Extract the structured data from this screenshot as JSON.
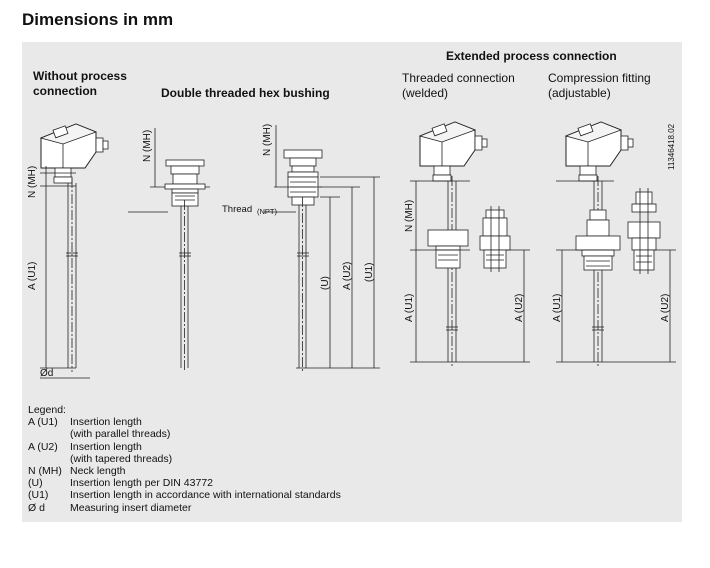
{
  "title": "Dimensions in mm",
  "headings": {
    "without_l1": "Without process",
    "without_l2": "connection",
    "hex_bushing": "Double threaded hex bushing",
    "extended": "Extended process connection",
    "threaded_l1": "Threaded connection",
    "threaded_l2": "(welded)",
    "compression_l1": "Compression fitting",
    "compression_l2": "(adjustable)"
  },
  "doc_id": "11346418.02",
  "dims": {
    "n_mh": "N (MH)",
    "a_u1": "A (U1)",
    "a_u2": "A (U2)",
    "u": "(U)",
    "u1": "(U1)",
    "phi_d": "Ød",
    "thread": "Thread",
    "npt": "(NPT)"
  },
  "legend": {
    "title": "Legend:",
    "items": [
      {
        "key": "A (U1)",
        "text": "Insertion length",
        "text2": "(with parallel threads)"
      },
      {
        "key": "A (U2)",
        "text": "Insertion length",
        "text2": "(with tapered threads)"
      },
      {
        "key": "N (MH)",
        "text": "Neck length",
        "text2": ""
      },
      {
        "key": "(U)",
        "text": "Insertion length per DIN 43772",
        "text2": ""
      },
      {
        "key": "(U1)",
        "text": "Insertion length in accordance with international standards",
        "text2": ""
      },
      {
        "key": "Ø d",
        "text": "Measuring insert diameter",
        "text2": ""
      }
    ]
  }
}
